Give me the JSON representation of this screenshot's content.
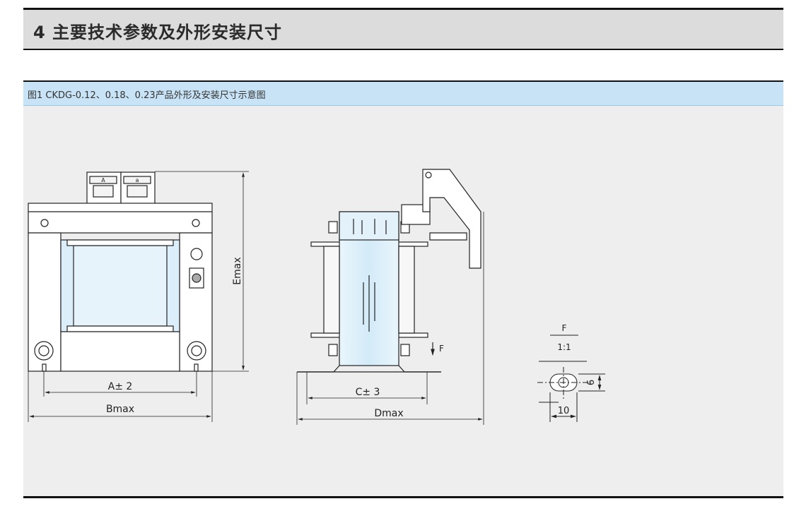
{
  "section": {
    "title": "4 主要技术参数及外形安装尺寸"
  },
  "figure": {
    "caption": "图1 CKDG-0.12、0.18、0.23产品外形及安装尺寸示意图",
    "terminal_labels": [
      "A",
      "a"
    ],
    "dimension_labels": {
      "A": "A± 2",
      "B": "Bmax",
      "C": "C± 3",
      "D": "Dmax",
      "E": "Emax",
      "F_arrow": "F"
    },
    "detail": {
      "label": "F",
      "scale": "1:1",
      "slot_width": "10",
      "slot_height": "6"
    },
    "colors": {
      "panel_bg": "#eeeeee",
      "caption_bg": "#c7e3f5",
      "line": "#222222",
      "part_fill": "#ffffff",
      "window_fill": "#dbeef9"
    }
  }
}
